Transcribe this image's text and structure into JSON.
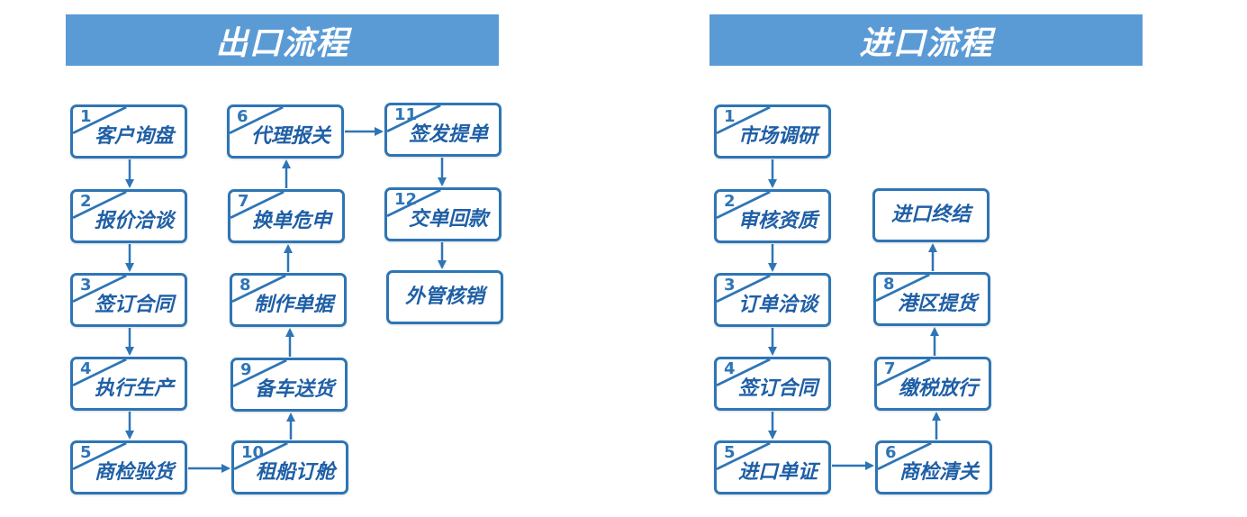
{
  "export": {
    "title": "出口流程",
    "steps": [
      {
        "num": "1",
        "label": "客户询盘"
      },
      {
        "num": "2",
        "label": "报价洽谈"
      },
      {
        "num": "3",
        "label": "签订合同"
      },
      {
        "num": "4",
        "label": "执行生产"
      },
      {
        "num": "5",
        "label": "商检验货"
      },
      {
        "num": "10",
        "label": "租船订舱"
      },
      {
        "num": "9",
        "label": "备车送货"
      },
      {
        "num": "8",
        "label": "制作单据"
      },
      {
        "num": "7",
        "label": "换单危申"
      },
      {
        "num": "6",
        "label": "代理报关"
      },
      {
        "num": "11",
        "label": "签发提单"
      },
      {
        "num": "12",
        "label": "交单回款"
      },
      {
        "num": "",
        "label": "外管核销"
      }
    ]
  },
  "import": {
    "title": "进口流程",
    "steps": [
      {
        "num": "1",
        "label": "市场调研"
      },
      {
        "num": "2",
        "label": "审核资质"
      },
      {
        "num": "3",
        "label": "订单洽谈"
      },
      {
        "num": "4",
        "label": "签订合同"
      },
      {
        "num": "5",
        "label": "进口单证"
      },
      {
        "num": "6",
        "label": "商检清关"
      },
      {
        "num": "7",
        "label": "缴税放行"
      },
      {
        "num": "8",
        "label": "港区提货"
      },
      {
        "num": "",
        "label": "进口终结"
      }
    ]
  },
  "colors": {
    "banner": "#5b9bd5",
    "box_border": "#2e75b6",
    "text": "#1f5fa6",
    "arrow": "#2e75b6"
  }
}
